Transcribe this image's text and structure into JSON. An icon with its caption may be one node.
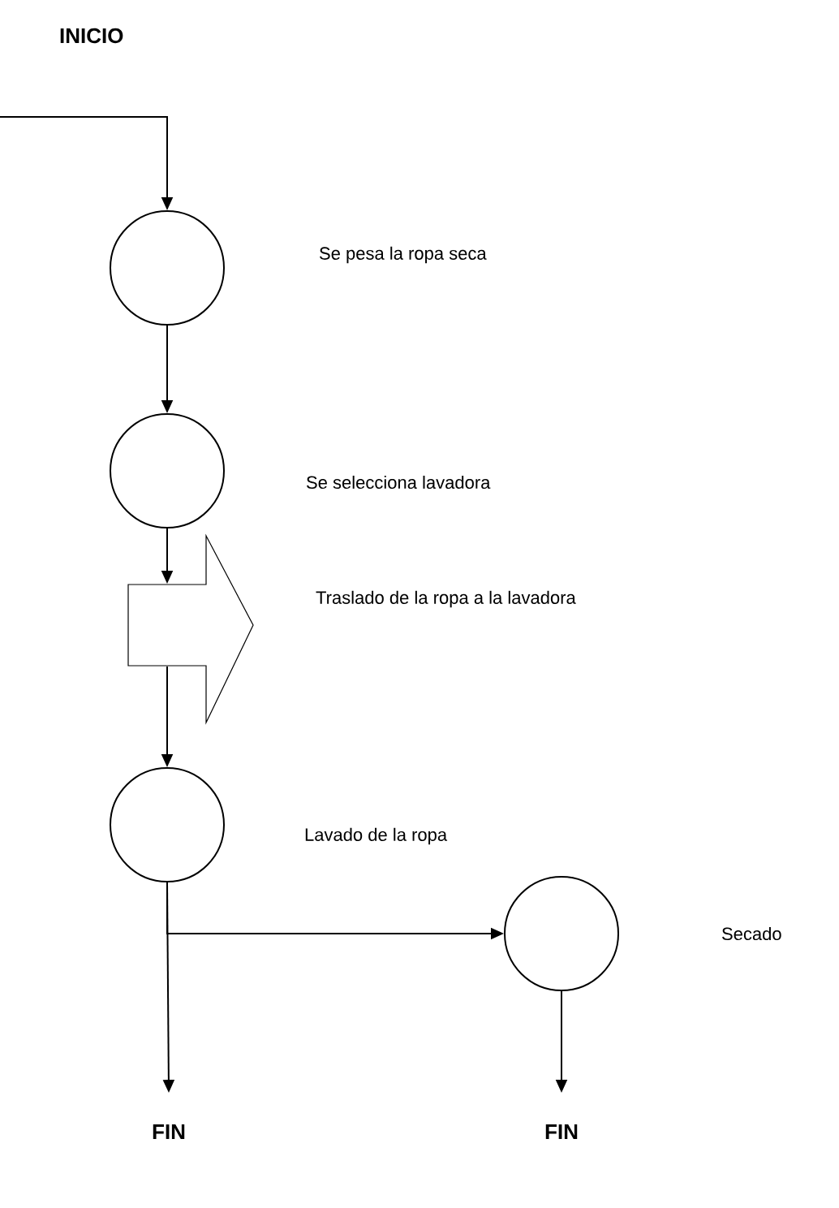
{
  "diagram": {
    "nodes": [
      {
        "text": [],
        "shape": "circle"
      },
      {
        "text": [],
        "shape": "circle"
      },
      {
        "text": [],
        "shape": "arrow"
      },
      {
        "text": [],
        "shape": "circle"
      },
      {
        "text": [],
        "shape": "circle"
      },
      {
        "text": [
          "FIN"
        ]
      },
      {
        "text": [
          "FIN"
        ]
      }
    ],
    "edges": [
      {
        "from": null,
        "to": 0,
        "arrow": "to"
      },
      {
        "from": 0,
        "to": 1,
        "arrow": "to"
      },
      {
        "from": 1,
        "to": 2,
        "arrow": "to"
      },
      {
        "from": 2,
        "to": 3,
        "arrow": "to"
      },
      {
        "from": 3,
        "to": 5,
        "arrow": "to"
      },
      {
        "from": 3,
        "to": 4,
        "arrow": "to"
      },
      {
        "from": 4,
        "to": 6,
        "arrow": "to"
      }
    ],
    "labels": [
      "INICIO",
      "Se pesa la ropa seca",
      "Se selecciona lavadora",
      "Traslado de la ropa a la lavadora",
      "Lavado de la ropa",
      "Secado"
    ]
  }
}
